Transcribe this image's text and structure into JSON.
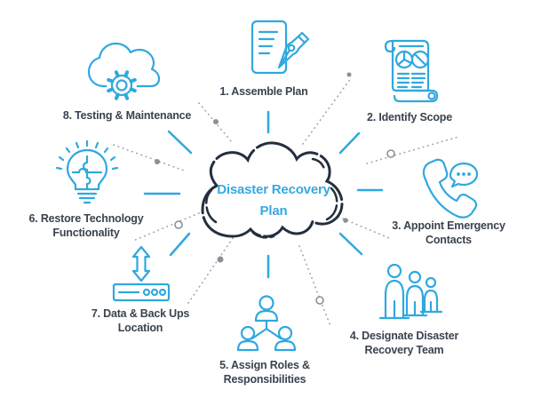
{
  "center": {
    "title_line1": "Disaster Recovery",
    "title_line2": "Plan"
  },
  "steps": [
    {
      "label": "1. Assemble Plan",
      "icon": "document-pen-icon"
    },
    {
      "label": "2. Identify Scope",
      "icon": "scroll-charts-icon"
    },
    {
      "label": "3. Appoint Emergency Contacts",
      "icon": "phone-chat-icon"
    },
    {
      "label": "4. Designate Disaster Recovery Team",
      "icon": "team-icon"
    },
    {
      "label": "5. Assign Roles & Responsibilities",
      "icon": "org-chart-icon"
    },
    {
      "label": "6. Restore Technology Functionality",
      "icon": "lightbulb-puzzle-icon"
    },
    {
      "label": "7. Data & Back Ups Location",
      "icon": "server-sync-icon"
    },
    {
      "label": "8. Testing & Maintenance",
      "icon": "cloud-gear-icon"
    }
  ],
  "colors": {
    "icon_blue": "#2FA8DF",
    "title_blue": "#36A9E1",
    "cloud_outline": "#232F3E",
    "label_text": "#3A4350",
    "connector_gray": "#9AA2A9"
  }
}
